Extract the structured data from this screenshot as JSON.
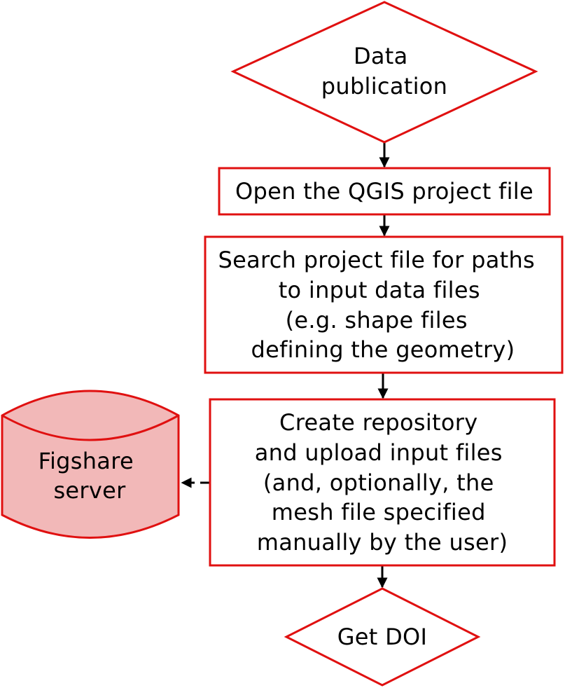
{
  "colors": {
    "stroke": "#e01010",
    "fill_shape": "#ffffff",
    "fill_server": "#f2b8b8",
    "arrow": "#000000",
    "text": "#000000"
  },
  "nodes": {
    "start": {
      "lines": [
        "Data",
        "publication"
      ]
    },
    "open_project": {
      "lines": [
        "Open the QGIS project file"
      ]
    },
    "search_paths": {
      "lines": [
        "Search project file for paths",
        "to input data files",
        "(e.g. shape files",
        "defining the geometry)"
      ]
    },
    "create_repo": {
      "lines": [
        "Create repository",
        "and upload input files",
        "(and, optionally, the",
        "mesh file specified",
        "manually by the user)"
      ]
    },
    "server": {
      "lines": [
        "Figshare",
        "server"
      ]
    },
    "end": {
      "lines": [
        "Get DOI"
      ]
    }
  }
}
